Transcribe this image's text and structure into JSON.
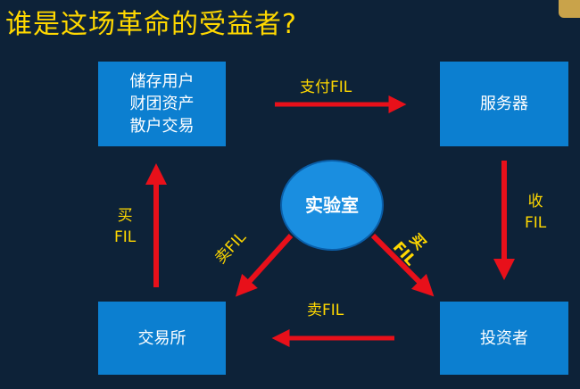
{
  "title": "谁是这场革命的受益者?",
  "nodes": {
    "users": [
      "储存用户",
      "财团资产",
      "散户交易"
    ],
    "server": "服务器",
    "exchange": "交易所",
    "investor": "投资者",
    "lab": "实验室"
  },
  "edges": {
    "pay": "支付FIL",
    "buy": [
      "买",
      "FIL"
    ],
    "receive": [
      "收",
      "FIL"
    ],
    "sell_bottom": "卖FIL",
    "sell_left": "卖FIL",
    "buy_right": [
      "买",
      "FIL"
    ]
  },
  "colors": {
    "background": "#0d2238",
    "box": "#0c7fd0",
    "arrow": "#e8101a",
    "label": "#ffd800",
    "circle": "#1a8ee0"
  }
}
